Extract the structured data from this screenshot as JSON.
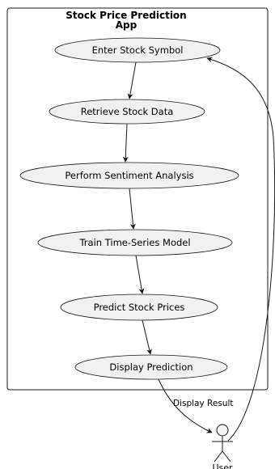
{
  "system": {
    "title_line1": "Stock Price Prediction",
    "title_line2": "App"
  },
  "use_cases": [
    {
      "label": "Enter Stock Symbol"
    },
    {
      "label": "Retrieve Stock Data"
    },
    {
      "label": "Perform Sentiment Analysis"
    },
    {
      "label": "Train Time-Series Model"
    },
    {
      "label": "Predict Stock Prices"
    },
    {
      "label": "Display Prediction"
    }
  ],
  "edges": {
    "display_result_label": "Display Result"
  },
  "actor": {
    "label": "User"
  },
  "colors": {
    "usecase_fill": "#f1f1f1",
    "stroke": "#181818",
    "background": "#ffffff"
  }
}
